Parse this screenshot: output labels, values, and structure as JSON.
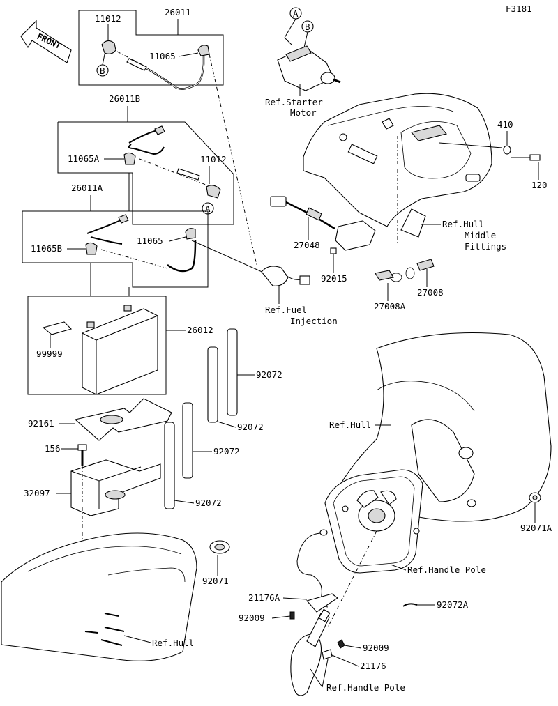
{
  "figure_id": "F3181",
  "front_label": "FRONT",
  "callouts": {
    "A": "A",
    "B": "B"
  },
  "parts": {
    "p11012_top": "11012",
    "p26011": "26011",
    "p11065_top": "11065",
    "p26011B": "26011B",
    "p11065A": "11065A",
    "p11012_mid": "11012",
    "p26011A": "26011A",
    "p11065": "11065",
    "p11065B": "11065B",
    "p26012": "26012",
    "p99999": "99999",
    "p92072_a": "92072",
    "p92072_b": "92072",
    "p92072_c": "92072",
    "p92072_d": "92072",
    "p92161": "92161",
    "p156": "156",
    "p32097": "32097",
    "p92071": "92071",
    "p410": "410",
    "p120": "120",
    "p27048": "27048",
    "p92015": "92015",
    "p27008A": "27008A",
    "p27008": "27008",
    "p92071A": "92071A",
    "p21176A": "21176A",
    "p92009_a": "92009",
    "p92072A": "92072A",
    "p92009_b": "92009",
    "p21176": "21176"
  },
  "refs": {
    "starter_line1": "Ref.Starter",
    "starter_line2": "Motor",
    "hull_middle_line1": "Ref.Hull",
    "hull_middle_line2": "Middle",
    "hull_middle_line3": "Fittings",
    "fuel_line1": "Ref.Fuel",
    "fuel_line2": "Injection",
    "hull_right": "Ref.Hull",
    "handle_pole_1": "Ref.Handle Pole",
    "hull_bottom": "Ref.Hull",
    "handle_pole_2": "Ref.Handle Pole"
  }
}
